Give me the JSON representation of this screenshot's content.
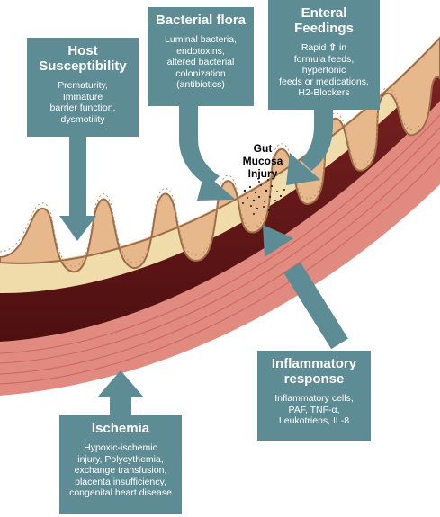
{
  "labels": {
    "injury": "Gut\nMucosa\nInjury"
  },
  "boxes": {
    "host": {
      "title": "Host\nSusceptibility",
      "text": "Prematurity,\nImmature\nbarrier function,\ndysmotility"
    },
    "bacterial": {
      "title": "Bacterial flora",
      "text": "Luminal bacteria,\nendotoxins,\naltered bacterial\ncolonization\n(antibiotics)"
    },
    "enteral": {
      "title": "Enteral\nFeedings",
      "text_before": "Rapid",
      "text_after": " in\nformula feeds,\nhypertonic\nfeeds or medications,\nH2-Blockers"
    },
    "inflammatory": {
      "title": "Inflammatory\nresponse",
      "text": "Inflammatory cells,\nPAF, TNF-α,\nLeukotriens, IL-8"
    },
    "ischemia": {
      "title": "Ischemia",
      "text": "Hypoxic-ischemic\ninjury, Polycythemia,\nexchange transfusion,\nplacenta insufficiency,\ncongenital heart disease"
    }
  },
  "colors": {
    "box": "#5d8c94",
    "villi": "#e8b88d",
    "villi_outline": "#9b6d4a",
    "submucosa": "#f1dcac",
    "muscle_dark": "#6b1a1a",
    "muscle_outer": "#b64a46",
    "serosa": "#e38a82"
  }
}
